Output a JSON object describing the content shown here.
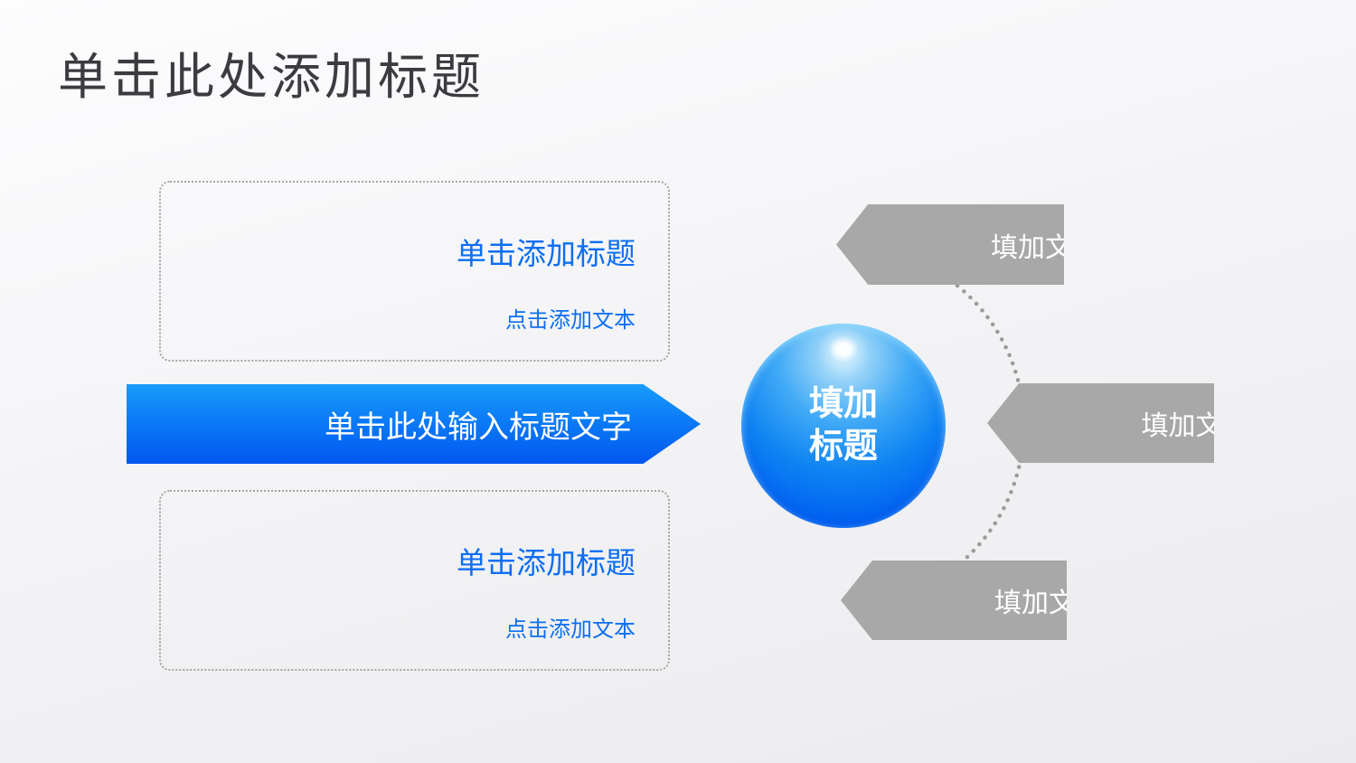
{
  "slide": {
    "title": "单击此处添加标题",
    "boxes": [
      {
        "title": "单击添加标题",
        "subtitle": "点击添加文本"
      },
      {
        "title": "单击添加标题",
        "subtitle": "点击添加文本"
      }
    ],
    "banner": {
      "label": "单击此处输入标题文字"
    },
    "sphere": {
      "line1": "填加",
      "line2": "标题"
    },
    "gray_arrows": [
      {
        "label": "填加文字"
      },
      {
        "label": "填加文字"
      },
      {
        "label": "填加文字"
      }
    ],
    "colors": {
      "title_text": "#3b3b40",
      "placeholder_blue": "#0d6ef2",
      "banner_gradient_top": "#189dfc",
      "banner_gradient_bottom": "#0157f0",
      "sphere_blue_deep": "#0156ee",
      "gray_shape": "#a8a8a8",
      "dotted_line": "#9b9b9b",
      "white_text": "#ffffff"
    }
  }
}
